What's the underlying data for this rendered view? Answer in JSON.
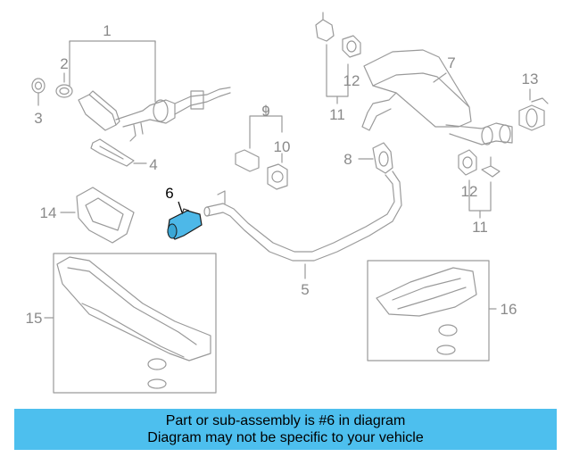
{
  "diagram": {
    "callouts": {
      "c1": "1",
      "c2": "2",
      "c3": "3",
      "c4": "4",
      "c5": "5",
      "c6": "6",
      "c7": "7",
      "c8": "8",
      "c9": "9",
      "c10": "10",
      "c11a": "11",
      "c11b": "11",
      "c12a": "12",
      "c12b": "12",
      "c13": "13",
      "c14": "14",
      "c15": "15",
      "c16": "16"
    },
    "highlight_part": "6",
    "colors": {
      "line": "#9a9a9a",
      "highlight_fill": "#4db8e8",
      "banner": "#4dbfee"
    }
  },
  "banner": {
    "line1": "Part or sub-assembly is #6 in diagram",
    "line2": "Diagram may not be specific to your vehicle"
  }
}
